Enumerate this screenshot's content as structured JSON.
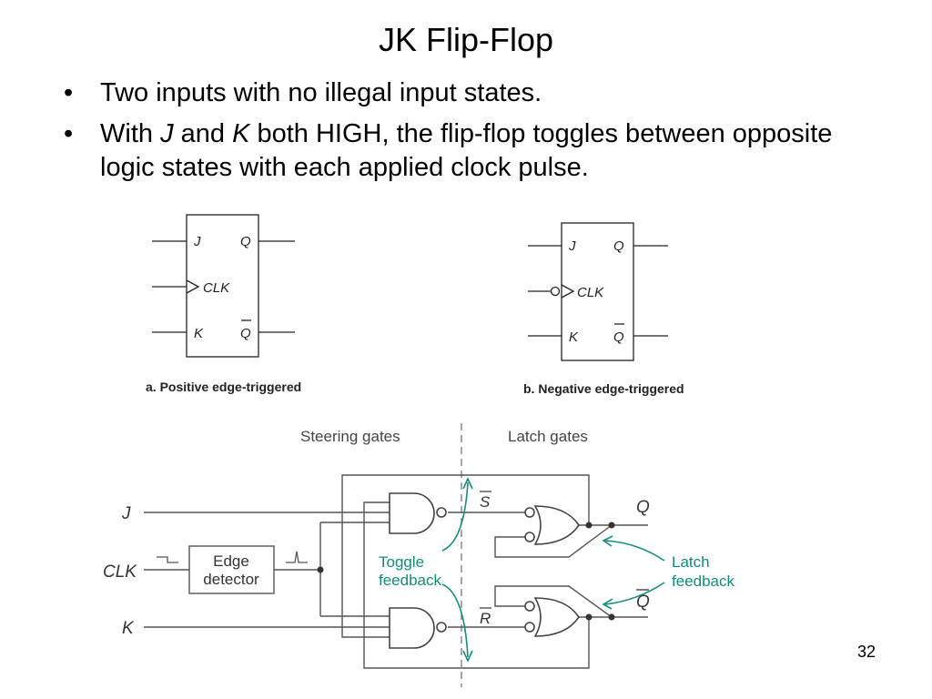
{
  "slide": {
    "title": "JK Flip-Flop",
    "bullets": [
      {
        "text": "Two inputs with no illegal input states."
      },
      {
        "prefix": "With ",
        "italic1": "J",
        "mid": " and ",
        "italic2": "K",
        "suffix": " both HIGH, the flip-flop toggles between opposite logic states with each applied clock pulse."
      }
    ],
    "bullet_glyph": "•",
    "page_number": "32"
  },
  "symbols": {
    "positive": {
      "caption": "a. Positive edge-triggered",
      "j": "J",
      "clk": "CLK",
      "k": "K",
      "q": "Q",
      "qbar": "Q"
    },
    "negative": {
      "caption": "b. Negative edge-triggered",
      "j": "J",
      "clk": "CLK",
      "k": "K",
      "q": "Q",
      "qbar": "Q"
    }
  },
  "circuit": {
    "steering_label": "Steering gates",
    "latch_label": "Latch gates",
    "input_j": "J",
    "input_clk": "CLK",
    "input_k": "K",
    "edge_detector_line1": "Edge",
    "edge_detector_line2": "detector",
    "s_bar": "S",
    "r_bar": "R",
    "toggle_line1": "Toggle",
    "toggle_line2": "feedback",
    "latch_fb_line1": "Latch",
    "latch_fb_line2": "feedback",
    "output_q": "Q",
    "output_qbar": "Q",
    "accent_color": "#0f8f7a"
  }
}
